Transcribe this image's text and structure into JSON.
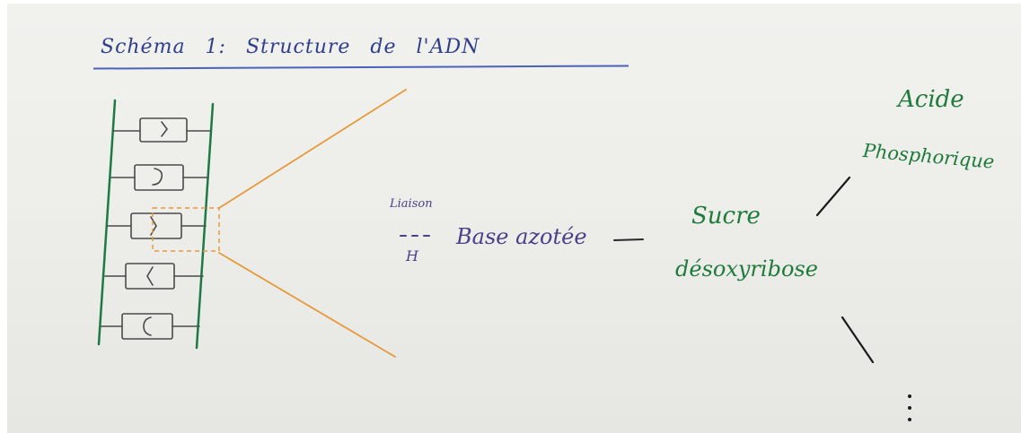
{
  "title": "Schéma 1: Structure de l'ADN",
  "labels": {
    "liaison": "Liaison",
    "h": "H",
    "base": "Base azotée",
    "sucre": "Sucre",
    "desoxyribose": "désoxyribose",
    "acide": "Acide",
    "phosphorique": "Phosphorique"
  },
  "colors": {
    "title": "#2f3f8c",
    "purple_labels": "#4b3f8a",
    "green_labels": "#1f7a3c",
    "ladder": "#1e7a45",
    "zoom_lines": "#e69a3c"
  }
}
